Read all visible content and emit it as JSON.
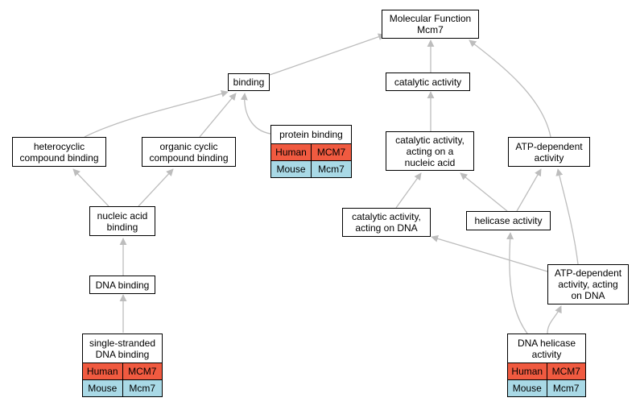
{
  "nodes": {
    "molecular_function": {
      "lines": [
        "Molecular Function",
        "Mcm7"
      ]
    },
    "binding": {
      "lines": [
        "binding"
      ]
    },
    "catalytic_activity": {
      "lines": [
        "catalytic activity"
      ]
    },
    "heterocyclic_compound_binding": {
      "lines": [
        "heterocyclic",
        "compound binding"
      ]
    },
    "organic_cyclic_compound_binding": {
      "lines": [
        "organic cyclic",
        "compound binding"
      ]
    },
    "protein_binding": {
      "lines": [
        "protein binding"
      ],
      "rows": [
        {
          "species": "Human",
          "gene": "MCM7"
        },
        {
          "species": "Mouse",
          "gene": "Mcm7"
        }
      ]
    },
    "catalytic_activity_nucleic_acid": {
      "lines": [
        "catalytic activity,",
        "acting on a",
        "nucleic acid"
      ]
    },
    "atp_dependent_activity": {
      "lines": [
        "ATP-dependent",
        "activity"
      ]
    },
    "nucleic_acid_binding": {
      "lines": [
        "nucleic acid",
        "binding"
      ]
    },
    "catalytic_activity_dna": {
      "lines": [
        "catalytic activity,",
        "acting on DNA"
      ]
    },
    "helicase_activity": {
      "lines": [
        "helicase activity"
      ]
    },
    "atp_dependent_activity_dna": {
      "lines": [
        "ATP-dependent",
        "activity, acting",
        "on DNA"
      ]
    },
    "dna_binding": {
      "lines": [
        "DNA binding"
      ]
    },
    "ss_dna_binding": {
      "lines": [
        "single-stranded",
        "DNA binding"
      ],
      "rows": [
        {
          "species": "Human",
          "gene": "MCM7"
        },
        {
          "species": "Mouse",
          "gene": "Mcm7"
        }
      ]
    },
    "dna_helicase_activity": {
      "lines": [
        "DNA helicase",
        "activity"
      ],
      "rows": [
        {
          "species": "Human",
          "gene": "MCM7"
        },
        {
          "species": "Mouse",
          "gene": "Mcm7"
        }
      ]
    }
  },
  "colors": {
    "human": "#f05a40",
    "mouse": "#a9d9e6",
    "edge": "#bdbdbd"
  }
}
